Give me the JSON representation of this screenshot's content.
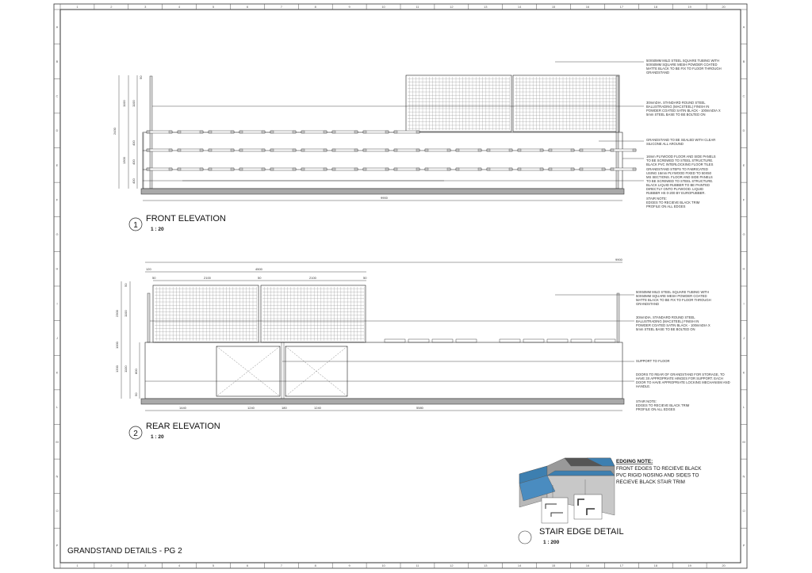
{
  "sheet": {
    "title": "GRANDSTAND DETAILS - PG 2",
    "columns": [
      "1",
      "2",
      "3",
      "4",
      "5",
      "6",
      "7",
      "8",
      "9",
      "10",
      "11",
      "12",
      "13",
      "14",
      "15",
      "16",
      "17",
      "18",
      "19",
      "20"
    ],
    "rows": [
      "A",
      "B",
      "C",
      "D",
      "E",
      "F",
      "G",
      "H",
      "I",
      "J",
      "K",
      "L",
      "M",
      "N",
      "O",
      "P"
    ]
  },
  "front_elevation": {
    "number": "1",
    "title": "FRONT ELEVATION",
    "scale": "1 : 20",
    "overall_width": "9900",
    "dims_left": [
      "2430",
      "1100",
      "1300",
      "1100",
      "400",
      "400",
      "400",
      "50"
    ],
    "notes": [
      [
        "50X50MM MILD STEEL SQUARE TUBING WITH",
        "50X50MM SQUARE MESH POWDER COATED",
        "MATTE BLACK TO BE FIX TO FLOOR THROUGH",
        "GRANDSTAND"
      ],
      [
        "30mmDIA. STANDARD ROUND STEEL",
        "BALUSTRADING (MACSTEEL) FINISH IN",
        "POWDER COATED SATIN BLACK - 100mmDIA X",
        "5mm STEEL BASE TO BE BOLTED ON"
      ],
      [
        "GRANDSTAND TO BE SEALED WITH CLEAR",
        "SILICONE ALL AROUND"
      ],
      [
        "16mm PLYWOOD FLOOR AND SIDE PANELS",
        "TO BE SCREWED TO STEEL STRUCTURE.",
        "BLACK PVC INTERLOCKING FLOOR TILES"
      ],
      [
        "GRANDSTAND STEPS TO FABRICATED",
        "USING 16mm PLYWOOD FIXED TO 50X50",
        "MS SECTIONS. FLOOR AND SIDE PANELS",
        "TO BE SCREWED TO STEEL STRUCTURE.",
        "BLACK LIQUID RUBBER TO BE PAINTED",
        "DIRECTLY ONTO PLYWOOD. LIQUID",
        "RUBBER HS 0-200 BY EUROPUBBER."
      ],
      [
        "STAIR NOTE:",
        "EDGES TO RECIEVE BLACK TRIM",
        "PROFILE ON ALL EDGES"
      ]
    ]
  },
  "rear_elevation": {
    "number": "2",
    "title": "REAR ELEVATION",
    "scale": "1 : 20",
    "dims_top": [
      "9900",
      "4500",
      "120",
      "50",
      "2100",
      "50",
      "2100",
      "50"
    ],
    "dims_bottom": [
      "1440",
      "1240",
      "180",
      "1240",
      "5580"
    ],
    "dims_left": [
      "2300",
      "1200",
      "1100",
      "1000",
      "1100",
      "800",
      "50",
      "50"
    ],
    "notes": [
      [
        "50X50MM MILD STEEL SQUARE TUBING WITH",
        "50X50MM SQUARE MESH POWDER COATED",
        "MATTE BLACK TO BE FIX TO FLOOR THROUGH",
        "GRANDSTAND"
      ],
      [
        "30mmDIA. STANDARD ROUND STEEL",
        "BALUSTRADING (MACSTEEL) FINISH IN",
        "POWDER COATED SATIN BLACK - 100mmDIA X",
        "5mm STEEL BASE TO BE BOLTED ON"
      ],
      [
        "SUPPORT TO FLOOR"
      ],
      [
        "DOORS TO REAR OF GRANDSTAND FOR STORAGE, TO",
        "HAVE 3X APPROPRIATE HINGES FOR SUPPORT. EACH",
        "DOOR TO HAVE APPROPRIATE LOCKING MECHANISM AND",
        "HANDLE."
      ],
      [
        "STAIR NOTE:",
        "EDGES TO RECIEVE BLACK TRIM",
        "PROFILE ON ALL EDGES"
      ]
    ]
  },
  "stair_edge_detail": {
    "title": "STAIR EDGE DETAIL",
    "scale": "1 : 200",
    "note_heading": "EDGING NOTE:",
    "note_lines": [
      "FRONT EDGES TO RECIEVE BLACK",
      "PVC RIGID NOSING AND SIDES TO",
      "RECIEVE BLACK STAIR TRIM"
    ]
  },
  "colors": {
    "line": "#222222",
    "slab": "#a9a9a9",
    "tile": "#3d7fb0",
    "stair": "#b8b8b8"
  }
}
